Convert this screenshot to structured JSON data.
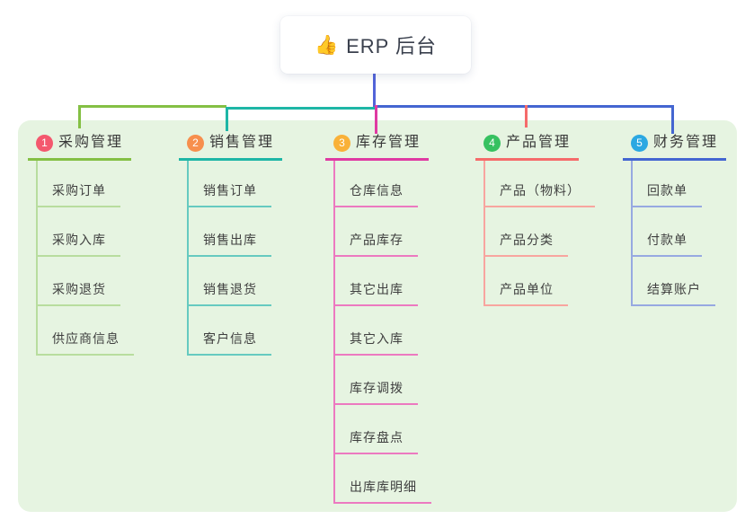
{
  "root": {
    "icon": "👍",
    "label": "ERP 后台"
  },
  "colors": {
    "panel_bg": "#e6f4e1",
    "root_line": "#5264d9",
    "canvas_bg": "#ffffff",
    "title_text": "#383838",
    "child_text": "#3f3f3f"
  },
  "branches": [
    {
      "index": "1",
      "title": "采购管理",
      "badge_color": "#f4586e",
      "line_color": "#84c044",
      "tint_color": "#b8dd9e",
      "children": [
        "采购订单",
        "采购入库",
        "采购退货",
        "供应商信息"
      ]
    },
    {
      "index": "2",
      "title": "销售管理",
      "badge_color": "#f78f4d",
      "line_color": "#1eb6a6",
      "tint_color": "#66cac0",
      "children": [
        "销售订单",
        "销售出库",
        "销售退货",
        "客户信息"
      ]
    },
    {
      "index": "3",
      "title": "库存管理",
      "badge_color": "#f9b138",
      "line_color": "#df3aa2",
      "tint_color": "#ec79c0",
      "children": [
        "仓库信息",
        "产品库存",
        "其它出库",
        "其它入库",
        "库存调拨",
        "库存盘点",
        "出库库明细"
      ]
    },
    {
      "index": "4",
      "title": "产品管理",
      "badge_color": "#36c160",
      "line_color": "#f56b6b",
      "tint_color": "#f8a59f",
      "children": [
        "产品（物料）",
        "产品分类",
        "产品单位"
      ]
    },
    {
      "index": "5",
      "title": "财务管理",
      "badge_color": "#2ba8e2",
      "line_color": "#4466d1",
      "tint_color": "#97a9e1",
      "children": [
        "回款单",
        "付款单",
        "结算账户"
      ]
    }
  ]
}
